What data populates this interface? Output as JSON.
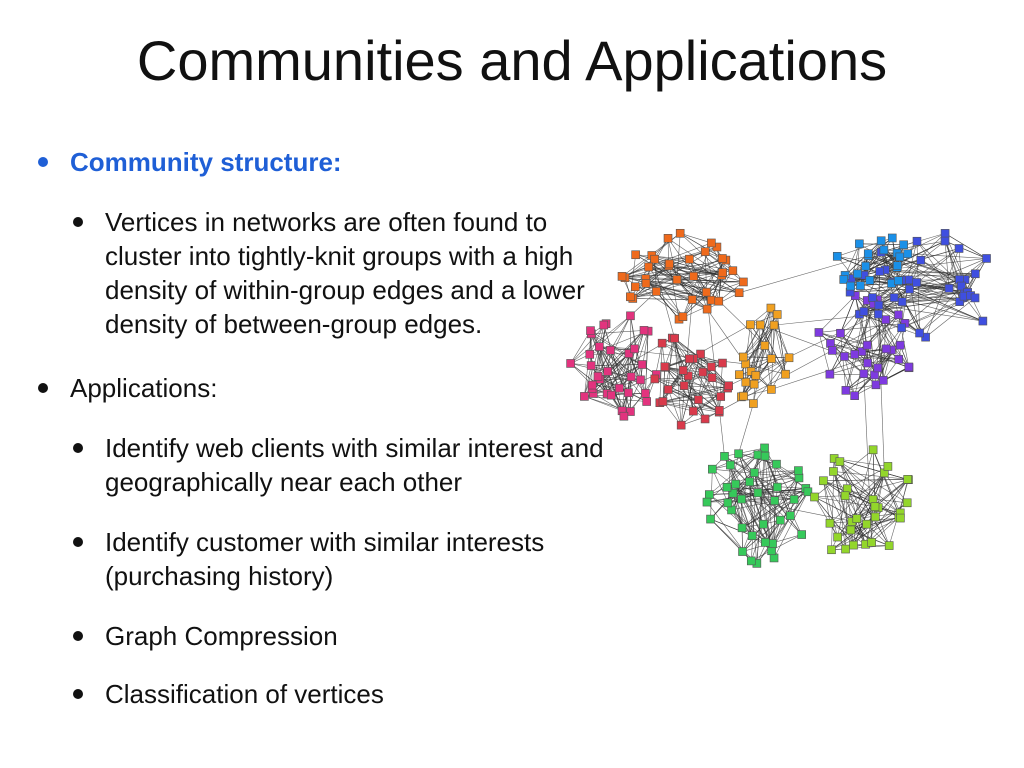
{
  "slide": {
    "title": "Communities and Applications"
  },
  "bullets": {
    "community_heading": "Community structure:",
    "community_desc": "Vertices in networks are often found to cluster into tightly-knit groups with a high density of within-group edges and a lower density of between-group edges.",
    "applications_heading": "Applications:",
    "app_items": [
      "Identify web clients with similar interest and geographically near each other",
      "Identify customer with similar interests (purchasing history)",
      "Graph Compression",
      "Classification of vertices"
    ]
  },
  "colors": {
    "heading_accent": "#1f5fd6",
    "communities": [
      "#e2337e",
      "#d93a4b",
      "#ef6a1c",
      "#f0a020",
      "#7e3ae0",
      "#3f4fe0",
      "#1a90e8",
      "#36c95a",
      "#93d62b"
    ]
  }
}
